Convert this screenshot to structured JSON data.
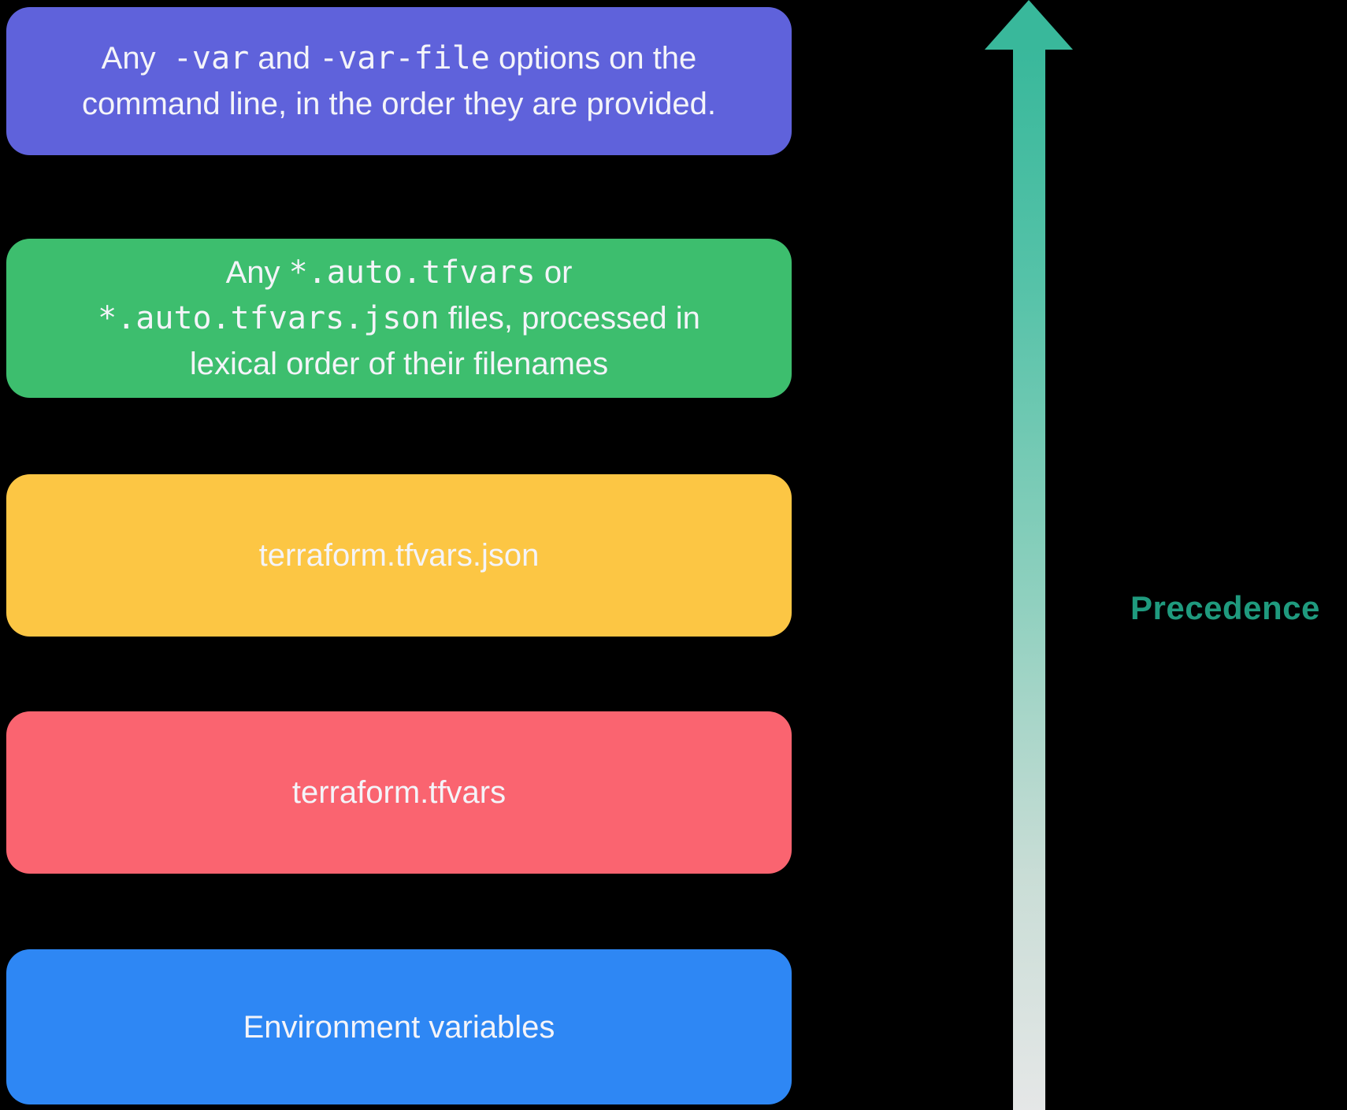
{
  "colors": {
    "background": "#000000",
    "purple": "#5F62DB",
    "green": "#3DBE6E",
    "yellow": "#FCC644",
    "red": "#FA6470",
    "blue": "#2E87F4",
    "arrow_teal": "#39B89B",
    "arrow_fade_bottom": "#E5E7E7",
    "precedence_label": "#1F9A7E",
    "box_text": "#F4F4F9"
  },
  "boxes": [
    {
      "id": "cli-var-options",
      "color": "purple",
      "lines": [
        [
          {
            "t": "Any  ",
            "mono": false
          },
          {
            "t": "-var",
            "mono": true
          },
          {
            "t": " and ",
            "mono": false
          },
          {
            "t": "-var-file",
            "mono": true
          },
          {
            "t": " options on the",
            "mono": false
          }
        ],
        [
          {
            "t": "command line, in the order they are provided.",
            "mono": false
          }
        ]
      ]
    },
    {
      "id": "auto-tfvars-files",
      "color": "green",
      "lines": [
        [
          {
            "t": "Any ",
            "mono": false
          },
          {
            "t": "*.auto.tfvars",
            "mono": true
          },
          {
            "t": " or",
            "mono": false
          }
        ],
        [
          {
            "t": "*.auto.tfvars.json",
            "mono": true
          },
          {
            "t": " files, processed in",
            "mono": false
          }
        ],
        [
          {
            "t": "lexical order of their filenames",
            "mono": false
          }
        ]
      ]
    },
    {
      "id": "terraform-tfvars-json",
      "color": "yellow",
      "lines": [
        [
          {
            "t": "terraform.tfvars.json",
            "mono": false
          }
        ]
      ]
    },
    {
      "id": "terraform-tfvars",
      "color": "red",
      "lines": [
        [
          {
            "t": "terraform.tfvars",
            "mono": false
          }
        ]
      ]
    },
    {
      "id": "environment-variables",
      "color": "blue",
      "lines": [
        [
          {
            "t": "Environment variables",
            "mono": false
          }
        ]
      ]
    }
  ],
  "arrow": {
    "label": "Precedence",
    "direction": "up"
  }
}
